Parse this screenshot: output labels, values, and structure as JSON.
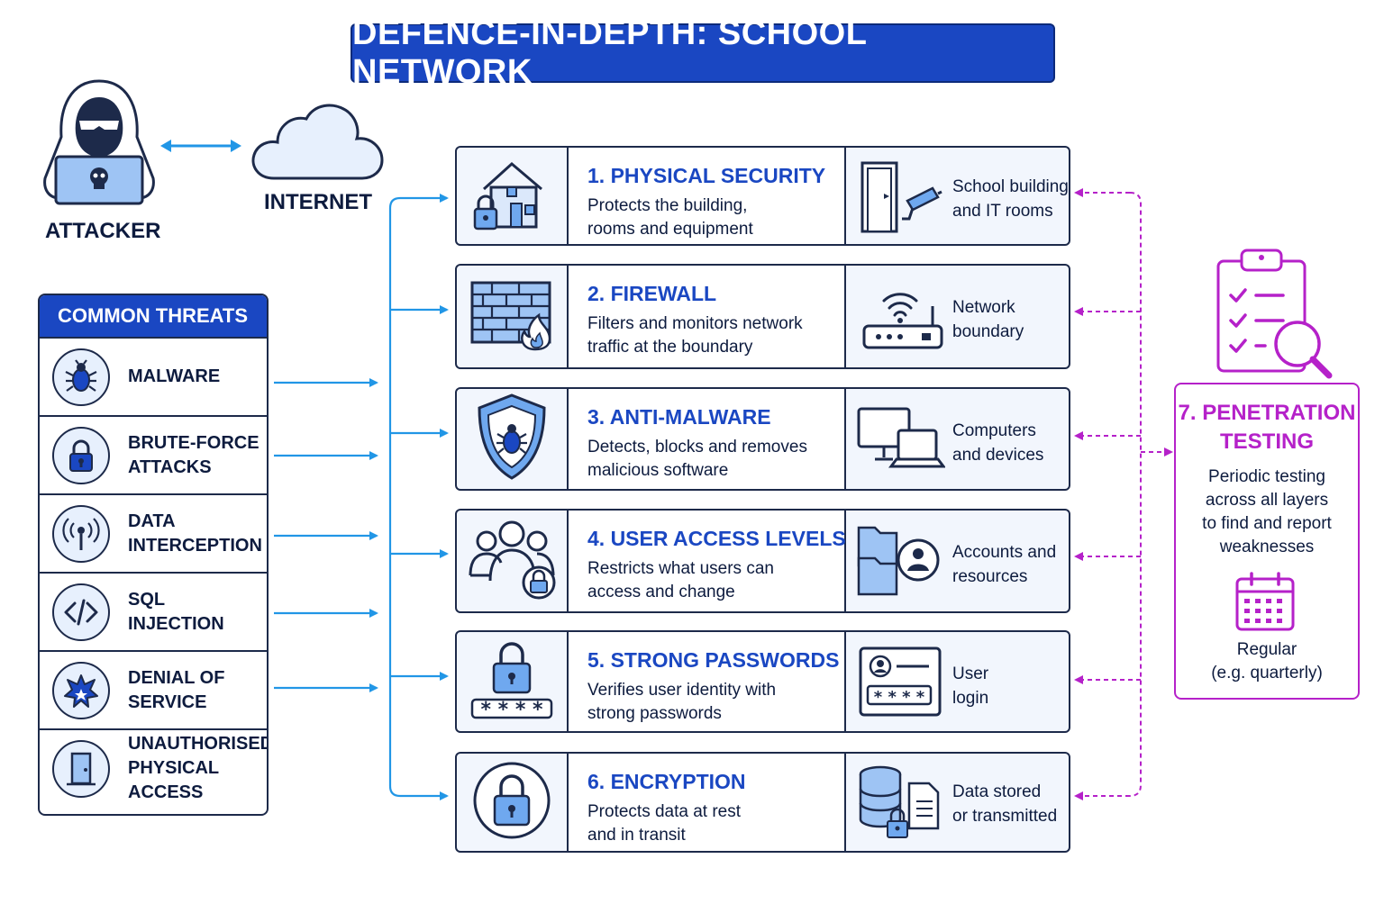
{
  "title": "DEFENCE-IN-DEPTH: SCHOOL NETWORK",
  "colors": {
    "brand_blue": "#1a47c2",
    "arrow_blue": "#2196e6",
    "pentest_purple": "#b521c9",
    "icon_fill": "#6fa8ef",
    "dark": "#1d2a4a"
  },
  "attacker": {
    "label": "ATTACKER",
    "icon": "hooded-attacker-icon"
  },
  "internet": {
    "label": "INTERNET",
    "icon": "cloud-icon"
  },
  "threats": {
    "heading": "COMMON THREATS",
    "items": [
      {
        "label": "MALWARE",
        "icon": "bug-icon"
      },
      {
        "label": "BRUTE-FORCE\nATTACKS",
        "icon": "padlock-icon"
      },
      {
        "label": "DATA\nINTERCEPTION",
        "icon": "antenna-icon"
      },
      {
        "label": "SQL\nINJECTION",
        "icon": "code-icon"
      },
      {
        "label": "DENIAL OF\nSERVICE",
        "icon": "burst-icon"
      },
      {
        "label": "UNAUTHORISED\nPHYSICAL ACCESS",
        "icon": "door-icon"
      }
    ]
  },
  "layers": [
    {
      "title": "1. PHYSICAL SECURITY",
      "desc": "Protects the building,\nrooms and equipment",
      "applies_to": "School building\nand IT rooms",
      "icon": "building-lock-icon",
      "target_icon": "door-camera-icon"
    },
    {
      "title": "2. FIREWALL",
      "desc": "Filters and monitors network\ntraffic at the boundary",
      "applies_to": "Network\nboundary",
      "icon": "firewall-icon",
      "target_icon": "router-icon"
    },
    {
      "title": "3. ANTI-MALWARE",
      "desc": "Detects, blocks and removes\nmalicious software",
      "applies_to": "Computers\nand devices",
      "icon": "shield-bug-icon",
      "target_icon": "computers-icon"
    },
    {
      "title": "4. USER ACCESS LEVELS",
      "desc": "Restricts what users can\naccess and change",
      "applies_to": "Accounts and\nresources",
      "icon": "users-lock-icon",
      "target_icon": "folders-user-icon"
    },
    {
      "title": "5. STRONG PASSWORDS",
      "desc": "Verifies user identity with\nstrong passwords",
      "applies_to": "User\nlogin",
      "icon": "password-lock-icon",
      "target_icon": "login-card-icon"
    },
    {
      "title": "6. ENCRYPTION",
      "desc": "Protects data at rest\nand in transit",
      "applies_to": "Data stored\nor transmitted",
      "icon": "encryption-lock-icon",
      "target_icon": "database-file-icon"
    }
  ],
  "pentest": {
    "title": "7. PENETRATION\nTESTING",
    "desc": "Periodic testing\nacross all layers\nto find and report\nweaknesses",
    "frequency": "Regular\n(e.g. quarterly)",
    "icon": "clipboard-magnifier-icon",
    "calendar_icon": "calendar-icon"
  }
}
